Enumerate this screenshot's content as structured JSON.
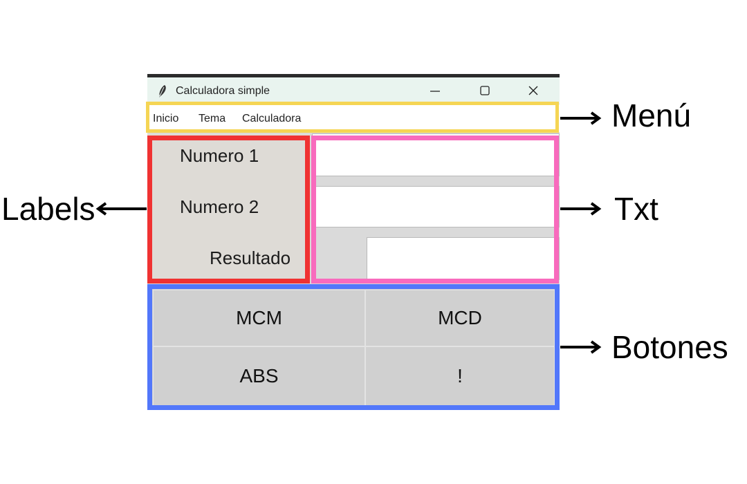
{
  "window": {
    "title": "Calculadora simple",
    "controls": [
      "minimize-icon",
      "maximize-icon",
      "close-icon"
    ]
  },
  "menu": {
    "items": [
      "Inicio",
      "Tema",
      "Calculadora"
    ]
  },
  "labels": {
    "numero1": "Numero 1",
    "numero2": "Numero 2",
    "resultado": "Resultado"
  },
  "entries": {
    "numero1": "",
    "numero2": "",
    "resultado": ""
  },
  "buttons": {
    "mcm": "MCM",
    "mcd": "MCD",
    "abs": "ABS",
    "factorial": "!"
  },
  "annotations": {
    "menu": "Menú",
    "labels": "Labels",
    "txt": "Txt",
    "botones": "Botones"
  },
  "colors": {
    "menu_frame": "#f5d554",
    "labels_frame": "#f03232",
    "txt_frame": "#f86bbd",
    "botones_frame": "#5277fa"
  }
}
